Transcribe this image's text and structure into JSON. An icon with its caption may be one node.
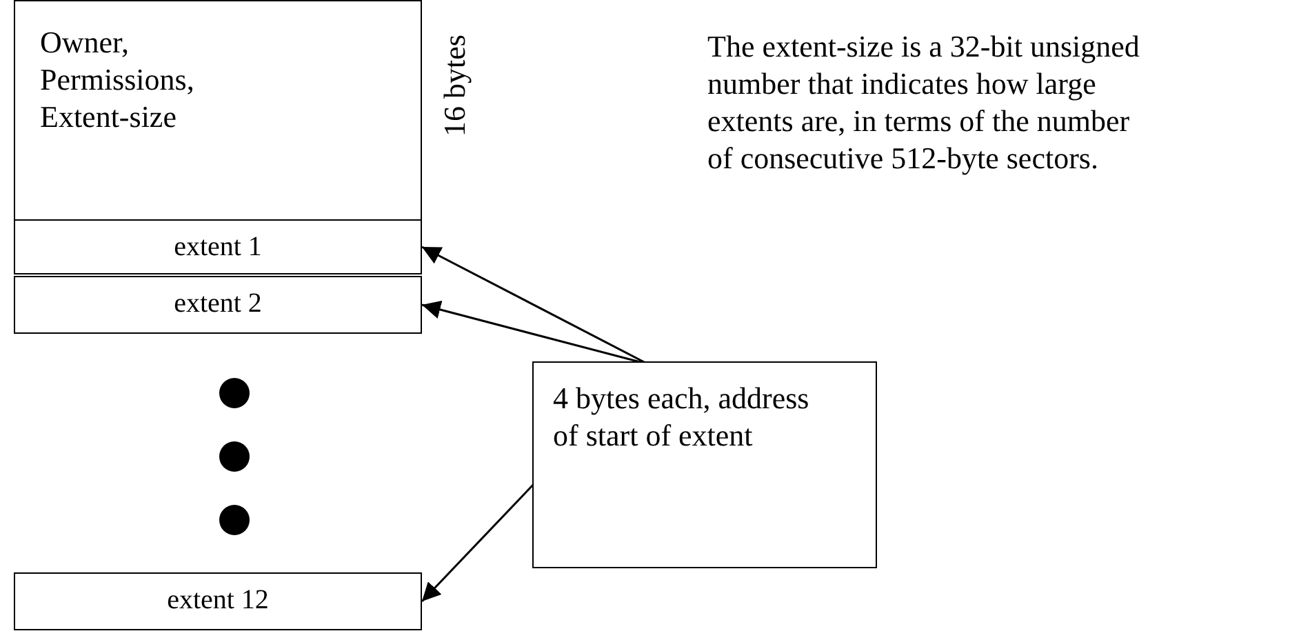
{
  "diagram": {
    "nodes": [
      {
        "text": [
          "Owner, Permissions, Extent-size"
        ],
        "beside": [
          "16 bytes"
        ]
      },
      {
        "text": [
          "extent 1"
        ]
      },
      {
        "text": [
          "extent 2"
        ]
      },
      {
        "text": [],
        "shape": "circle"
      },
      {
        "text": [],
        "shape": "circle"
      },
      {
        "text": [],
        "shape": "circle"
      },
      {
        "text": [
          "extent 12"
        ]
      },
      {
        "text": [
          "4 bytes each, address of start of extent"
        ]
      }
    ],
    "edges": [
      {
        "from": 7,
        "to": 1,
        "arrow": "to"
      },
      {
        "from": 7,
        "to": 2,
        "arrow": "to"
      },
      {
        "from": 7,
        "to": 6,
        "arrow": "to"
      }
    ],
    "labels": [
      "The extent-size is a 32-bit unsigned number that indicates how large extents are, in terms of the number of consecutive 512-byte sectors."
    ]
  }
}
